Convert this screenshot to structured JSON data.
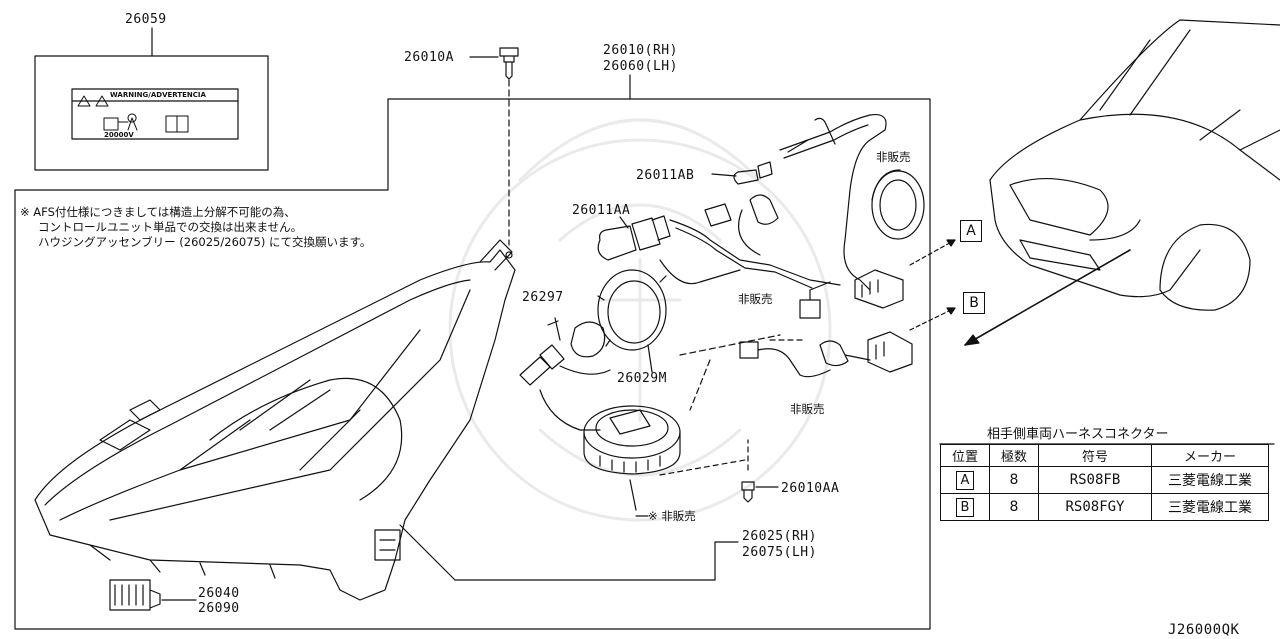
{
  "callouts": {
    "warning_label": "26059",
    "bolt_top": "26010A",
    "assembly_rh": "26010(RH)",
    "assembly_lh": "26060(LH)",
    "bulb_ab": "26011AB",
    "bulb_aa": "26011AA",
    "hid_bulb": "26297",
    "retainer": "26029M",
    "screw": "26010AA",
    "housing_rh": "26025(RH)",
    "housing_lh": "26075(LH)",
    "bracket_1": "26040",
    "bracket_2": "26090"
  },
  "not_for_sale": {
    "seal": "非販売",
    "harness": "非販売",
    "sub_harness": "非販売",
    "ballast": "※ 非販売"
  },
  "note_lines": [
    "※ AFS付仕様につきましては構造上分解不可能の為、",
    "コントロールユニット単品での交換は出来ません。",
    "ハウジングアッセンブリー (26025/26075) にて交換願います。"
  ],
  "warning_label_text": {
    "title": "WARNING/ADVERTENCIA",
    "voltage": "20000V"
  },
  "connector_marks": [
    "A",
    "B"
  ],
  "connector_table": {
    "title": "相手側車両ハーネスコネクター",
    "headers": [
      "位置",
      "極数",
      "符号",
      "メーカー"
    ],
    "rows": [
      {
        "pos": "A",
        "poles": "8",
        "code": "RS08FB",
        "maker": "三菱電線工業"
      },
      {
        "pos": "B",
        "poles": "8",
        "code": "RS08FGY",
        "maker": "三菱電線工業"
      }
    ]
  },
  "diagram_code": "J26000QK"
}
